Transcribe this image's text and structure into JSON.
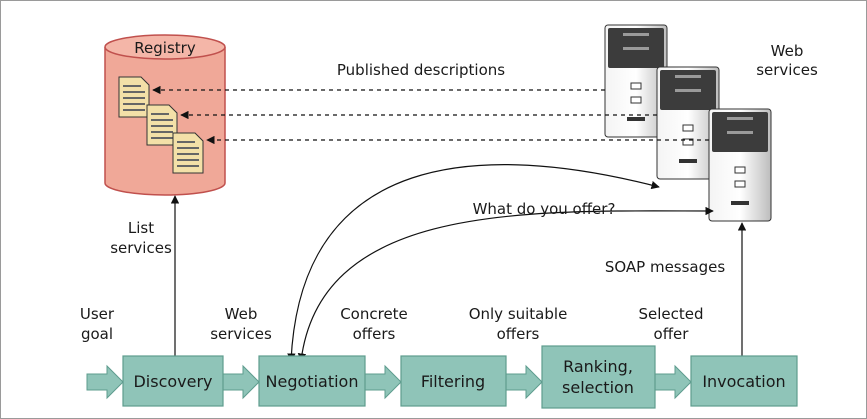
{
  "registry": {
    "title": "Registry"
  },
  "web_services": {
    "label_line1": "Web",
    "label_line2": "services"
  },
  "edges": {
    "published": "Published descriptions",
    "what_offer": "What do you offer?",
    "list_services_1": "List",
    "list_services_2": "services",
    "soap": "SOAP messages"
  },
  "pipeline": {
    "steps": [
      {
        "label_1": "Discovery"
      },
      {
        "label_1": "Negotiation"
      },
      {
        "label_1": "Filtering"
      },
      {
        "label_1": "Ranking,",
        "label_2": "selection"
      },
      {
        "label_1": "Invocation"
      }
    ],
    "inputs": [
      {
        "line1": "User",
        "line2": "goal"
      },
      {
        "line1": "Web",
        "line2": "services"
      },
      {
        "line1": "Concrete",
        "line2": "offers"
      },
      {
        "line1": "Only suitable",
        "line2": "offers"
      },
      {
        "line1": "Selected",
        "line2": "offer"
      }
    ]
  },
  "colors": {
    "registry_fill": "#f0a898",
    "registry_stroke": "#c0504d",
    "box_fill": "#8fc4b8",
    "box_stroke": "#5e9c8e",
    "doc_fill": "#f3e0a8",
    "server_dark": "#3c3c3c"
  }
}
